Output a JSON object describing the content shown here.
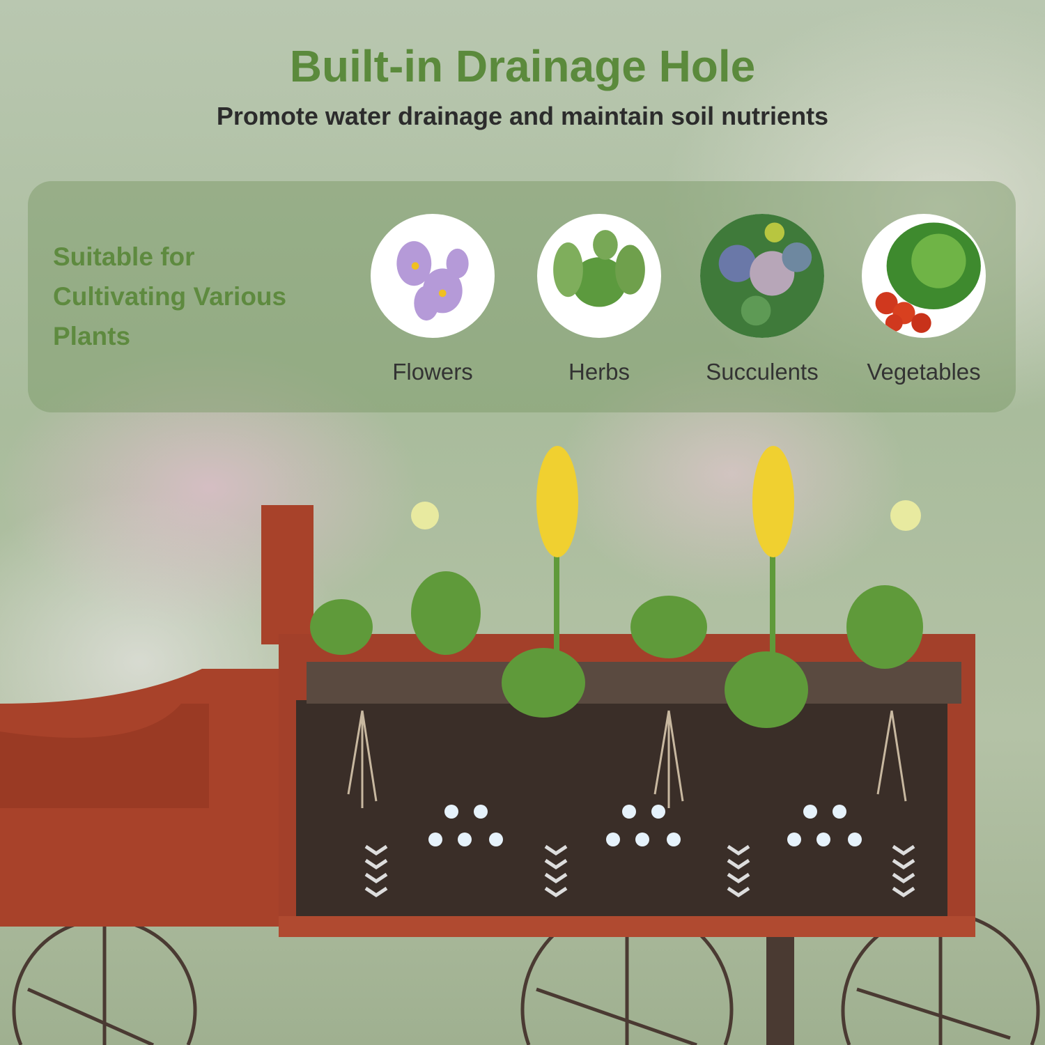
{
  "header": {
    "title": "Built-in Drainage Hole",
    "subtitle": "Promote water drainage and maintain soil nutrients"
  },
  "panel": {
    "heading_lines": [
      "Suitable for",
      "Cultivating Various",
      "Plants"
    ],
    "plants": [
      {
        "label": "Flowers",
        "icon": "flowers-photo"
      },
      {
        "label": "Herbs",
        "icon": "herbs-photo"
      },
      {
        "label": "Succulents",
        "icon": "succulents-photo"
      },
      {
        "label": "Vegetables",
        "icon": "vegetables-photo"
      }
    ]
  },
  "colors": {
    "title": "#5b8a3c",
    "wood": "#a8422a",
    "soil": "#3a2e28"
  }
}
